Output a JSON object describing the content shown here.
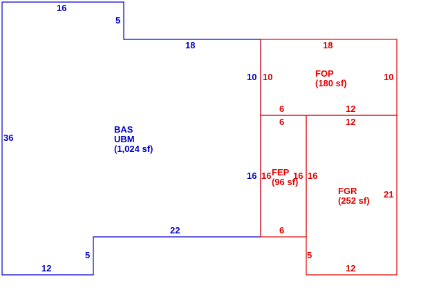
{
  "colors": {
    "main": "#0000cc",
    "addition": "#e00000"
  },
  "areas": {
    "bas": {
      "code1": "BAS",
      "code2": "UBM",
      "size": "(1,024 sf)"
    },
    "fop": {
      "code": "FOP",
      "size": "(180 sf)"
    },
    "fep": {
      "code": "FEP",
      "size": "(96 sf)"
    },
    "fgr": {
      "code": "FGR",
      "size": "(252 sf)"
    }
  },
  "dims": {
    "bas_top": "16",
    "bas_notch_v": "5",
    "bas_step": "18",
    "bas_left": "36",
    "bas_right_upper": "10",
    "bas_right_lower": "16",
    "bas_bottom_step": "22",
    "bas_bottom_notch_v": "5",
    "bas_bottom": "12",
    "fop_top": "18",
    "fop_left": "10",
    "fop_right": "10",
    "fop_bottom_left": "6",
    "fop_bottom_right": "12",
    "fep_top": "6",
    "fep_left": "16",
    "fep_right": "16",
    "fep_bottom": "6",
    "fgr_top": "12",
    "fgr_left": "16",
    "fgr_right": "21",
    "fgr_notch_v": "5",
    "fgr_bottom": "12"
  }
}
